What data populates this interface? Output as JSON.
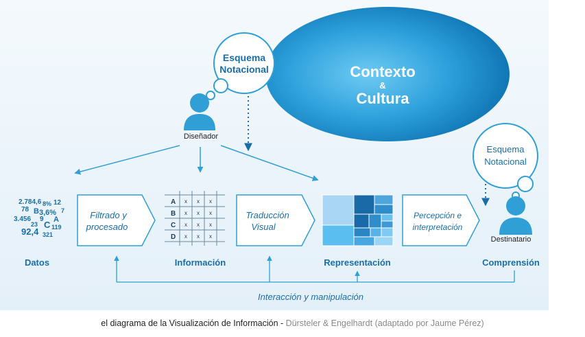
{
  "cloud": {
    "line1": "Contexto",
    "line2": "&",
    "line3": "Cultura"
  },
  "schema_designer": {
    "line1": "Esquema",
    "line2": "Notacional"
  },
  "schema_recipient": {
    "line1": "Esquema",
    "line2": "Notacional"
  },
  "designer_label": "Diseñador",
  "recipient_label": "Destinatario",
  "data_numbers": [
    "2.784,6",
    "8%",
    "12",
    "78",
    "B",
    "3,6%",
    "7",
    "3.456",
    "23",
    "9",
    "A",
    "C",
    "119",
    "92,4",
    "321"
  ],
  "stages": {
    "datos": "Datos",
    "informacion": "Información",
    "representacion": "Representación",
    "comprension": "Comprensión"
  },
  "processes": {
    "filtrado": {
      "line1": "Filtrado y",
      "line2": "procesado"
    },
    "traduccion": {
      "line1": "Traducción",
      "line2": "Visual"
    },
    "percepcion": {
      "line1": "Percepción e",
      "line2": "interpretación"
    }
  },
  "table_rows": [
    "A",
    "B",
    "C",
    "D"
  ],
  "table_mark": "x",
  "interaction_label": "Interacción y manipulación",
  "caption": {
    "main": "el diagrama de la Visualización de Información - ",
    "credit": "Dürsteler & Engelhardt (adaptado por Jaume Pérez)"
  },
  "colors": {
    "accent": "#2f9fd6",
    "dark_blue": "#1a6ea8",
    "panel_bg": "#eaf4fb",
    "cloud_light": "#6cc6ef",
    "cloud_dark": "#0f74b3"
  }
}
